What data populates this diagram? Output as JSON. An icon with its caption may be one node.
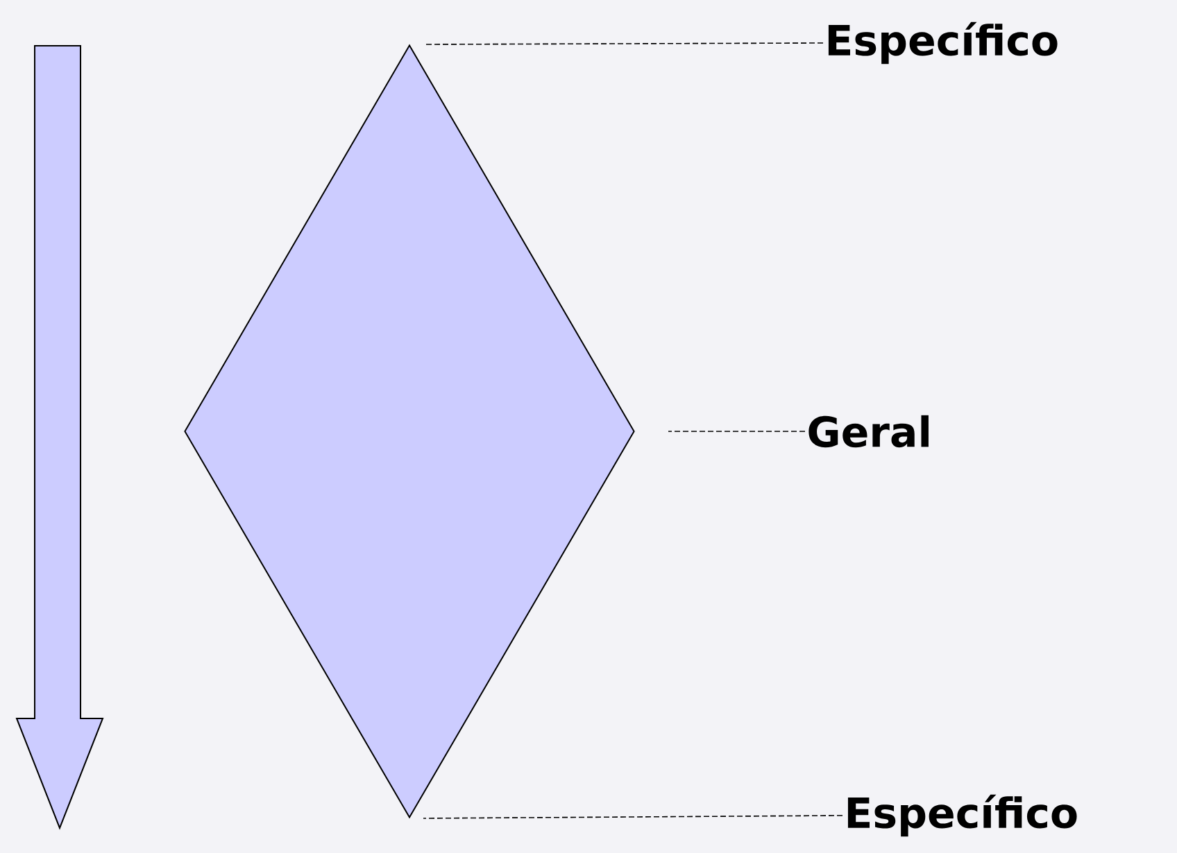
{
  "diagram": {
    "nodes": [
      {
        "text": [],
        "shape": "diamond"
      },
      {
        "text": [
          "Específico"
        ]
      },
      {
        "text": [
          "Geral"
        ]
      },
      {
        "text": [
          "Específico"
        ]
      }
    ],
    "edges": [
      {
        "from": 1,
        "to": 0,
        "arrow": "none",
        "style": "dashed"
      },
      {
        "from": 2,
        "to": 0,
        "arrow": "none",
        "style": "dashed"
      },
      {
        "from": 3,
        "to": 0,
        "arrow": "none",
        "style": "dashed"
      }
    ]
  }
}
